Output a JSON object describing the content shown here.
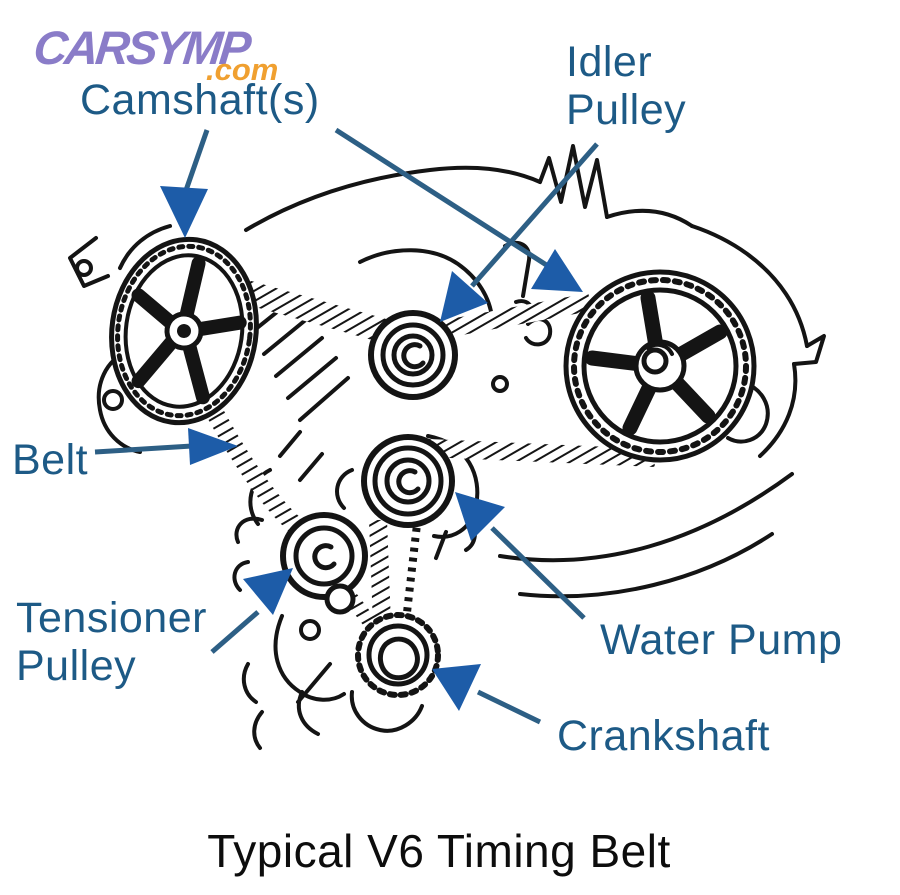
{
  "logo": {
    "brand": "CARSYMP",
    "tld": ".com"
  },
  "diagram": {
    "labels": {
      "camshaft": "Camshaft(s)",
      "idler": [
        "Idler",
        "Pulley"
      ],
      "belt": "Belt",
      "tensioner": [
        "Tensioner",
        "Pulley"
      ],
      "water_pump": "Water Pump",
      "crankshaft": "Crankshaft"
    },
    "caption": "Typical V6 Timing Belt",
    "parts": [
      "left-camshaft-sprocket",
      "right-camshaft-sprocket",
      "idler-pulley",
      "water-pump-pulley",
      "tensioner-pulley",
      "crankshaft-sprocket",
      "timing-belt"
    ]
  },
  "colors": {
    "label_text": "#1d5a86",
    "pointer_line": "#2d5f85",
    "arrowhead": "#1d5ca8",
    "line_art": "#141414",
    "logo_brand": "#8a7cc8",
    "logo_tld": "#f0a030",
    "caption_text": "#0d0d0d",
    "background": "#ffffff"
  }
}
